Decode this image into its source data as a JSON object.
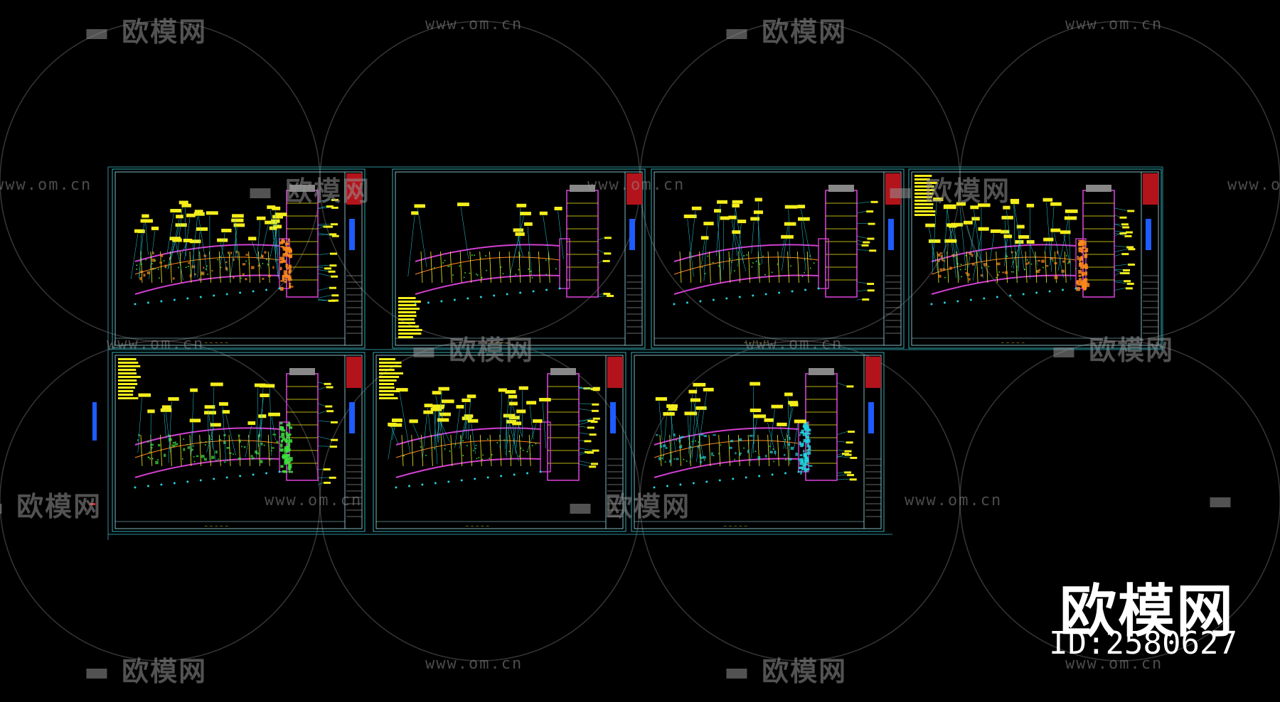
{
  "watermark": {
    "logo_text": "欧模网",
    "url_text": "www.om.cn"
  },
  "brand": {
    "name": "欧模网",
    "id_label": "ID:2580627"
  },
  "colors": {
    "background": "#000000",
    "frame": "#2a8f9a",
    "cad_yellow": "#f5ee1a",
    "cad_magenta": "#d23fd2",
    "cad_cyan": "#22d3e0",
    "cad_green": "#3de23d",
    "cad_red": "#e02828",
    "cad_orange": "#ff8a1c",
    "title_red": "#b3131b",
    "legend_blue": "#1d5cff"
  },
  "sheets": [
    {
      "name": "floor-plan-sheet-1",
      "fill": "dense",
      "hatch": "orange",
      "title": "— — — — —"
    },
    {
      "name": "floor-plan-sheet-2",
      "fill": "sparse",
      "hatch": "none",
      "title": "— — — — —"
    },
    {
      "name": "floor-plan-sheet-3",
      "fill": "medium",
      "hatch": "none",
      "title": "— — — — —"
    },
    {
      "name": "floor-plan-sheet-4",
      "fill": "dense",
      "hatch": "orange",
      "title": "— — — — —"
    },
    {
      "name": "floor-plan-sheet-5",
      "fill": "medium",
      "hatch": "mixed",
      "title": "— — — — —"
    },
    {
      "name": "floor-plan-sheet-6",
      "fill": "dense",
      "hatch": "none",
      "title": "— — — — —"
    },
    {
      "name": "floor-plan-sheet-7",
      "fill": "medium",
      "hatch": "cyan",
      "title": "— — — — —"
    }
  ]
}
